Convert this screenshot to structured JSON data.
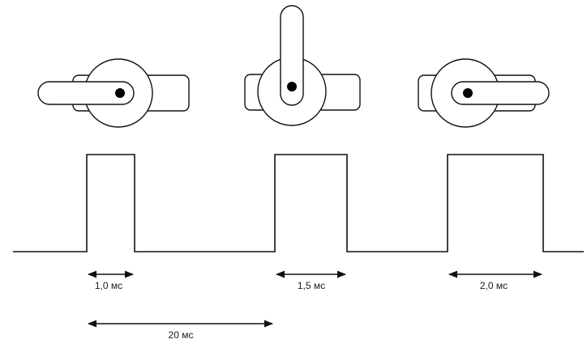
{
  "pulses": [
    {
      "label": "1,0 мс",
      "width_ms": 1.0
    },
    {
      "label": "1,5 мс",
      "width_ms": 1.5
    },
    {
      "label": "2,0 мс",
      "width_ms": 2.0
    }
  ],
  "period": {
    "label": "20 мс",
    "value_ms": 20
  },
  "servo_horn_positions": [
    "left",
    "up",
    "right"
  ],
  "colors": {
    "line": "#111111",
    "background": "#ffffff",
    "dot": "#000000"
  }
}
